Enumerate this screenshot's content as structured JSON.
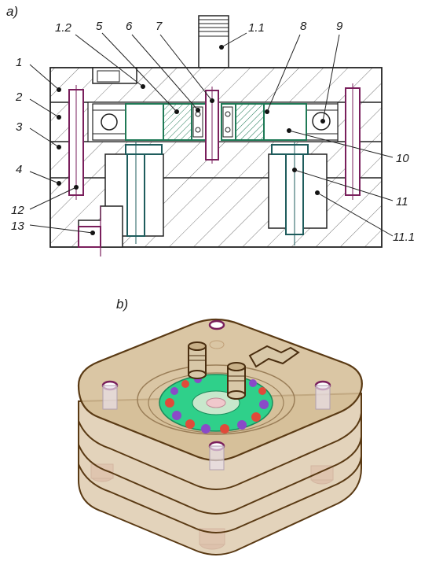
{
  "panels": {
    "a": "a)",
    "b": "b)"
  },
  "labels": {
    "l1": "1",
    "l2": "2",
    "l3": "3",
    "l4": "4",
    "l12": "12",
    "l13": "13",
    "l1_2": "1.2",
    "l5": "5",
    "l6": "6",
    "l7": "7",
    "l1_1": "1.1",
    "l8": "8",
    "l9": "9",
    "l10": "10",
    "l11": "11",
    "l11_1": "11.1"
  },
  "colors": {
    "outline": "#222222",
    "hatch": "#555555",
    "pin": "#7a1f5c",
    "green_part": "#1f7a56",
    "teal_bolt": "#1e5c5c",
    "tan_body": "#c4a47a",
    "green_disc": "#2fd08a",
    "red_dot": "#e04a3a",
    "purple_dot": "#8a4ac8"
  }
}
